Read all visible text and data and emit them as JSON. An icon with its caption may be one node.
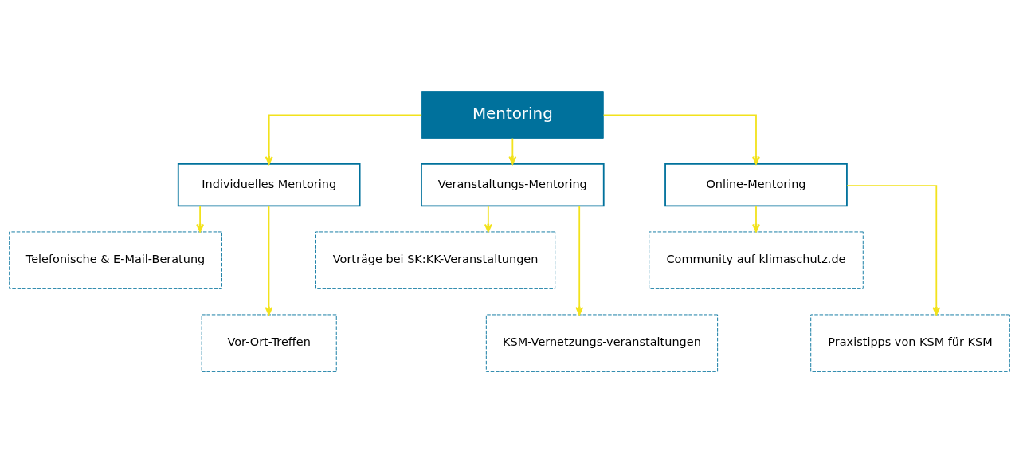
{
  "diagram": {
    "nodes": [
      {
        "text": [
          "Mentoring"
        ]
      },
      {
        "text": [
          "Individuelles Mentoring"
        ]
      },
      {
        "text": [
          "Veranstaltungs-Mentoring"
        ]
      },
      {
        "text": [
          "Online-Mentoring"
        ]
      },
      {
        "text": [
          "Telefonische & E-Mail-Beratung"
        ]
      },
      {
        "text": [
          "Vor-Ort-Treffen"
        ]
      },
      {
        "text": [
          "Vorträge bei SK:KK-Veranstaltungen"
        ]
      },
      {
        "text": [
          "KSM-Vernetzungs-veranstaltungen"
        ]
      },
      {
        "text": [
          "Community auf klimaschutz.de"
        ]
      },
      {
        "text": [
          "Praxistipps von KSM für KSM"
        ]
      }
    ],
    "edges": [
      {
        "from": 0,
        "to": 1,
        "arrow": "to"
      },
      {
        "from": 0,
        "to": 2,
        "arrow": "to"
      },
      {
        "from": 0,
        "to": 3,
        "arrow": "to"
      },
      {
        "from": 1,
        "to": 4,
        "arrow": "to"
      },
      {
        "from": 1,
        "to": 5,
        "arrow": "to"
      },
      {
        "from": 2,
        "to": 6,
        "arrow": "to"
      },
      {
        "from": 2,
        "to": 7,
        "arrow": "to"
      },
      {
        "from": 3,
        "to": 8,
        "arrow": "to"
      },
      {
        "from": 3,
        "to": 9,
        "arrow": "to"
      }
    ]
  }
}
